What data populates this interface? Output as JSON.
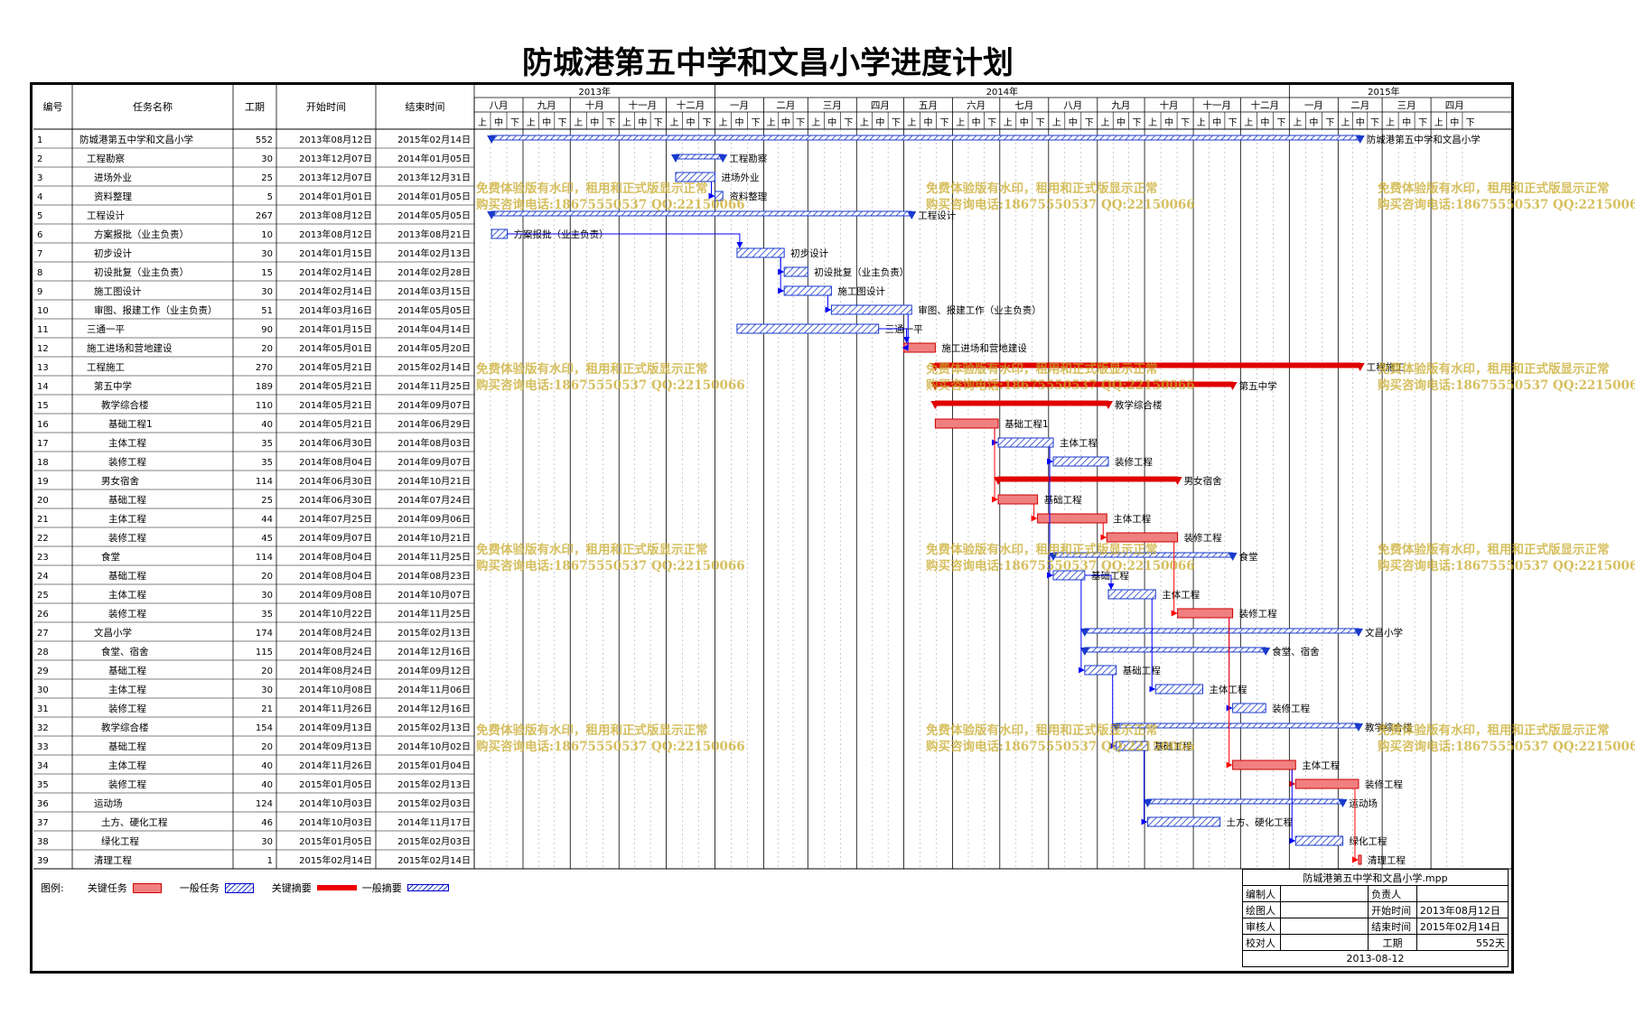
{
  "title": "防城港第五中学和文昌小学进度计划",
  "headers": {
    "id": "编号",
    "name": "任务名称",
    "duration": "工期",
    "start": "开始时间",
    "end": "结束时间"
  },
  "years": [
    {
      "label": "2013年",
      "from": 0,
      "to": 5
    },
    {
      "label": "2014年",
      "from": 5,
      "to": 17
    },
    {
      "label": "2015年",
      "from": 17,
      "to": 21
    }
  ],
  "months": [
    "八月",
    "九月",
    "十月",
    "十一月",
    "十二月",
    "一月",
    "二月",
    "三月",
    "四月",
    "五月",
    "六月",
    "七月",
    "八月",
    "九月",
    "十月",
    "十一月",
    "十二月",
    "一月",
    "二月",
    "三月",
    "四月"
  ],
  "thirds": [
    "上",
    "中",
    "下"
  ],
  "tasks": [
    {
      "id": "1",
      "name": "防城港第五中学和文昌小学",
      "indent": 0,
      "dur": "552",
      "start": "2013年08月12日",
      "end": "2015年02月14日",
      "type": "nsum",
      "s": "2013-08-12",
      "e": "2015-02-14",
      "label": "防城港第五中学和文昌小学"
    },
    {
      "id": "2",
      "name": "工程勘察",
      "indent": 1,
      "dur": "30",
      "start": "2013年12月07日",
      "end": "2014年01月05日",
      "type": "nsum",
      "s": "2013-12-07",
      "e": "2014-01-05",
      "label": "工程勘察"
    },
    {
      "id": "3",
      "name": "进场外业",
      "indent": 2,
      "dur": "25",
      "start": "2013年12月07日",
      "end": "2013年12月31日",
      "type": "norm",
      "s": "2013-12-07",
      "e": "2013-12-31",
      "label": "进场外业"
    },
    {
      "id": "4",
      "name": "资料整理",
      "indent": 2,
      "dur": "5",
      "start": "2014年01月01日",
      "end": "2014年01月05日",
      "type": "norm",
      "s": "2014-01-01",
      "e": "2014-01-05",
      "label": "资料整理"
    },
    {
      "id": "5",
      "name": "工程设计",
      "indent": 1,
      "dur": "267",
      "start": "2013年08月12日",
      "end": "2014年05月05日",
      "type": "nsum",
      "s": "2013-08-12",
      "e": "2014-05-05",
      "label": "工程设计"
    },
    {
      "id": "6",
      "name": "方案报批（业主负责）",
      "indent": 2,
      "dur": "10",
      "start": "2013年08月12日",
      "end": "2013年08月21日",
      "type": "norm",
      "s": "2013-08-12",
      "e": "2013-08-21",
      "label": "方案报批（业主负责）"
    },
    {
      "id": "7",
      "name": "初步设计",
      "indent": 2,
      "dur": "30",
      "start": "2014年01月15日",
      "end": "2014年02月13日",
      "type": "norm",
      "s": "2014-01-15",
      "e": "2014-02-13",
      "label": "初步设计"
    },
    {
      "id": "8",
      "name": "初设批复（业主负责）",
      "indent": 2,
      "dur": "15",
      "start": "2014年02月14日",
      "end": "2014年02月28日",
      "type": "norm",
      "s": "2014-02-14",
      "e": "2014-02-28",
      "label": "初设批复（业主负责）"
    },
    {
      "id": "9",
      "name": "施工图设计",
      "indent": 2,
      "dur": "30",
      "start": "2014年02月14日",
      "end": "2014年03月15日",
      "type": "norm",
      "s": "2014-02-14",
      "e": "2014-03-15",
      "label": "施工图设计"
    },
    {
      "id": "10",
      "name": "审图、报建工作（业主负责）",
      "indent": 2,
      "dur": "51",
      "start": "2014年03月16日",
      "end": "2014年05月05日",
      "type": "norm",
      "s": "2014-03-16",
      "e": "2014-05-05",
      "label": "审图、报建工作（业主负责）"
    },
    {
      "id": "11",
      "name": "三通一平",
      "indent": 1,
      "dur": "90",
      "start": "2014年01月15日",
      "end": "2014年04月14日",
      "type": "norm",
      "s": "2014-01-15",
      "e": "2014-04-14",
      "label": "三通一平"
    },
    {
      "id": "12",
      "name": "施工进场和营地建设",
      "indent": 1,
      "dur": "20",
      "start": "2014年05月01日",
      "end": "2014年05月20日",
      "type": "crit",
      "s": "2014-05-01",
      "e": "2014-05-20",
      "label": "施工进场和营地建设"
    },
    {
      "id": "13",
      "name": "工程施工",
      "indent": 1,
      "dur": "270",
      "start": "2014年05月21日",
      "end": "2015年02月14日",
      "type": "csum",
      "s": "2014-05-21",
      "e": "2015-02-14",
      "label": "工程施工"
    },
    {
      "id": "14",
      "name": "第五中学",
      "indent": 2,
      "dur": "189",
      "start": "2014年05月21日",
      "end": "2014年11月25日",
      "type": "csum",
      "s": "2014-05-21",
      "e": "2014-11-25",
      "label": "第五中学"
    },
    {
      "id": "15",
      "name": "教学综合楼",
      "indent": 3,
      "dur": "110",
      "start": "2014年05月21日",
      "end": "2014年09月07日",
      "type": "csum",
      "s": "2014-05-21",
      "e": "2014-09-07",
      "label": "教学综合楼"
    },
    {
      "id": "16",
      "name": "基础工程1",
      "indent": 4,
      "dur": "40",
      "start": "2014年05月21日",
      "end": "2014年06月29日",
      "type": "crit",
      "s": "2014-05-21",
      "e": "2014-06-29",
      "label": "基础工程1"
    },
    {
      "id": "17",
      "name": "主体工程",
      "indent": 4,
      "dur": "35",
      "start": "2014年06月30日",
      "end": "2014年08月03日",
      "type": "norm",
      "s": "2014-06-30",
      "e": "2014-08-03",
      "label": "主体工程"
    },
    {
      "id": "18",
      "name": "装修工程",
      "indent": 4,
      "dur": "35",
      "start": "2014年08月04日",
      "end": "2014年09月07日",
      "type": "norm",
      "s": "2014-08-04",
      "e": "2014-09-07",
      "label": "装修工程"
    },
    {
      "id": "19",
      "name": "男女宿舍",
      "indent": 3,
      "dur": "114",
      "start": "2014年06月30日",
      "end": "2014年10月21日",
      "type": "csum",
      "s": "2014-06-30",
      "e": "2014-10-21",
      "label": "男女宿舍"
    },
    {
      "id": "20",
      "name": "基础工程",
      "indent": 4,
      "dur": "25",
      "start": "2014年06月30日",
      "end": "2014年07月24日",
      "type": "crit",
      "s": "2014-06-30",
      "e": "2014-07-24",
      "label": "基础工程"
    },
    {
      "id": "21",
      "name": "主体工程",
      "indent": 4,
      "dur": "44",
      "start": "2014年07月25日",
      "end": "2014年09月06日",
      "type": "crit",
      "s": "2014-07-25",
      "e": "2014-09-06",
      "label": "主体工程"
    },
    {
      "id": "22",
      "name": "装修工程",
      "indent": 4,
      "dur": "45",
      "start": "2014年09月07日",
      "end": "2014年10月21日",
      "type": "crit",
      "s": "2014-09-07",
      "e": "2014-10-21",
      "label": "装修工程"
    },
    {
      "id": "23",
      "name": "食堂",
      "indent": 3,
      "dur": "114",
      "start": "2014年08月04日",
      "end": "2014年11月25日",
      "type": "nsum",
      "s": "2014-08-04",
      "e": "2014-11-25",
      "label": "食堂"
    },
    {
      "id": "24",
      "name": "基础工程",
      "indent": 4,
      "dur": "20",
      "start": "2014年08月04日",
      "end": "2014年08月23日",
      "type": "norm",
      "s": "2014-08-04",
      "e": "2014-08-23",
      "label": "基础工程"
    },
    {
      "id": "25",
      "name": "主体工程",
      "indent": 4,
      "dur": "30",
      "start": "2014年09月08日",
      "end": "2014年10月07日",
      "type": "norm",
      "s": "2014-09-08",
      "e": "2014-10-07",
      "label": "主体工程"
    },
    {
      "id": "26",
      "name": "装修工程",
      "indent": 4,
      "dur": "35",
      "start": "2014年10月22日",
      "end": "2014年11月25日",
      "type": "crit",
      "s": "2014-10-22",
      "e": "2014-11-25",
      "label": "装修工程"
    },
    {
      "id": "27",
      "name": "文昌小学",
      "indent": 2,
      "dur": "174",
      "start": "2014年08月24日",
      "end": "2015年02月13日",
      "type": "nsum",
      "s": "2014-08-24",
      "e": "2015-02-13",
      "label": "文昌小学"
    },
    {
      "id": "28",
      "name": "食堂、宿舍",
      "indent": 3,
      "dur": "115",
      "start": "2014年08月24日",
      "end": "2014年12月16日",
      "type": "nsum",
      "s": "2014-08-24",
      "e": "2014-12-16",
      "label": "食堂、宿舍"
    },
    {
      "id": "29",
      "name": "基础工程",
      "indent": 4,
      "dur": "20",
      "start": "2014年08月24日",
      "end": "2014年09月12日",
      "type": "norm",
      "s": "2014-08-24",
      "e": "2014-09-12",
      "label": "基础工程"
    },
    {
      "id": "30",
      "name": "主体工程",
      "indent": 4,
      "dur": "30",
      "start": "2014年10月08日",
      "end": "2014年11月06日",
      "type": "norm",
      "s": "2014-10-08",
      "e": "2014-11-06",
      "label": "主体工程"
    },
    {
      "id": "31",
      "name": "装修工程",
      "indent": 4,
      "dur": "21",
      "start": "2014年11月26日",
      "end": "2014年12月16日",
      "type": "norm",
      "s": "2014-11-26",
      "e": "2014-12-16",
      "label": "装修工程"
    },
    {
      "id": "32",
      "name": "教学综合楼",
      "indent": 3,
      "dur": "154",
      "start": "2014年09月13日",
      "end": "2015年02月13日",
      "type": "nsum",
      "s": "2014-09-13",
      "e": "2015-02-13",
      "label": "教学综合楼"
    },
    {
      "id": "33",
      "name": "基础工程",
      "indent": 4,
      "dur": "20",
      "start": "2014年09月13日",
      "end": "2014年10月02日",
      "type": "norm",
      "s": "2014-09-13",
      "e": "2014-10-02",
      "label": "基础工程"
    },
    {
      "id": "34",
      "name": "主体工程",
      "indent": 4,
      "dur": "40",
      "start": "2014年11月26日",
      "end": "2015年01月04日",
      "type": "crit",
      "s": "2014-11-26",
      "e": "2015-01-04",
      "label": "主体工程"
    },
    {
      "id": "35",
      "name": "装修工程",
      "indent": 4,
      "dur": "40",
      "start": "2015年01月05日",
      "end": "2015年02月13日",
      "type": "crit",
      "s": "2015-01-05",
      "e": "2015-02-13",
      "label": "装修工程"
    },
    {
      "id": "36",
      "name": "运动场",
      "indent": 2,
      "dur": "124",
      "start": "2014年10月03日",
      "end": "2015年02月03日",
      "type": "nsum",
      "s": "2014-10-03",
      "e": "2015-02-03",
      "label": "运动场"
    },
    {
      "id": "37",
      "name": "土方、硬化工程",
      "indent": 3,
      "dur": "46",
      "start": "2014年10月03日",
      "end": "2014年11月17日",
      "type": "norm",
      "s": "2014-10-03",
      "e": "2014-11-17",
      "label": "土方、硬化工程"
    },
    {
      "id": "38",
      "name": "绿化工程",
      "indent": 3,
      "dur": "30",
      "start": "2015年01月05日",
      "end": "2015年02月03日",
      "type": "norm",
      "s": "2015-01-05",
      "e": "2015-02-03",
      "label": "绿化工程"
    },
    {
      "id": "39",
      "name": "清理工程",
      "indent": 2,
      "dur": "1",
      "start": "2015年02月14日",
      "end": "2015年02月14日",
      "type": "crit",
      "s": "2015-02-14",
      "e": "2015-02-14",
      "label": "清理工程"
    }
  ],
  "legend": {
    "label": "图例:",
    "crit": "关键任务",
    "norm": "一般任务",
    "csum": "关键摘要",
    "nsum": "一般摘要"
  },
  "info": {
    "file": "防城港第五中学和文昌小学.mpp",
    "editor": "编制人",
    "owner": "负责人",
    "drawer": "绘图人",
    "start_label": "开始时间",
    "start": "2013年08月12日",
    "checker": "审核人",
    "end_label": "结束时间",
    "end": "2015年02月14日",
    "verifier": "校对人",
    "dur_label": "工期",
    "dur": "552天",
    "date": "2013-08-12"
  },
  "watermark": {
    "line1": "免费体验版有水印，租用和正式版显示正常",
    "line2": "购买咨询电话:18675550537 QQ:22150066"
  },
  "colors": {
    "critical": "#f08080",
    "critical_border": "#cc0000",
    "summary_red": "#e00000",
    "normal": "#1a3acc",
    "link_blue": "#0000ff",
    "link_red": "#ff0000"
  }
}
